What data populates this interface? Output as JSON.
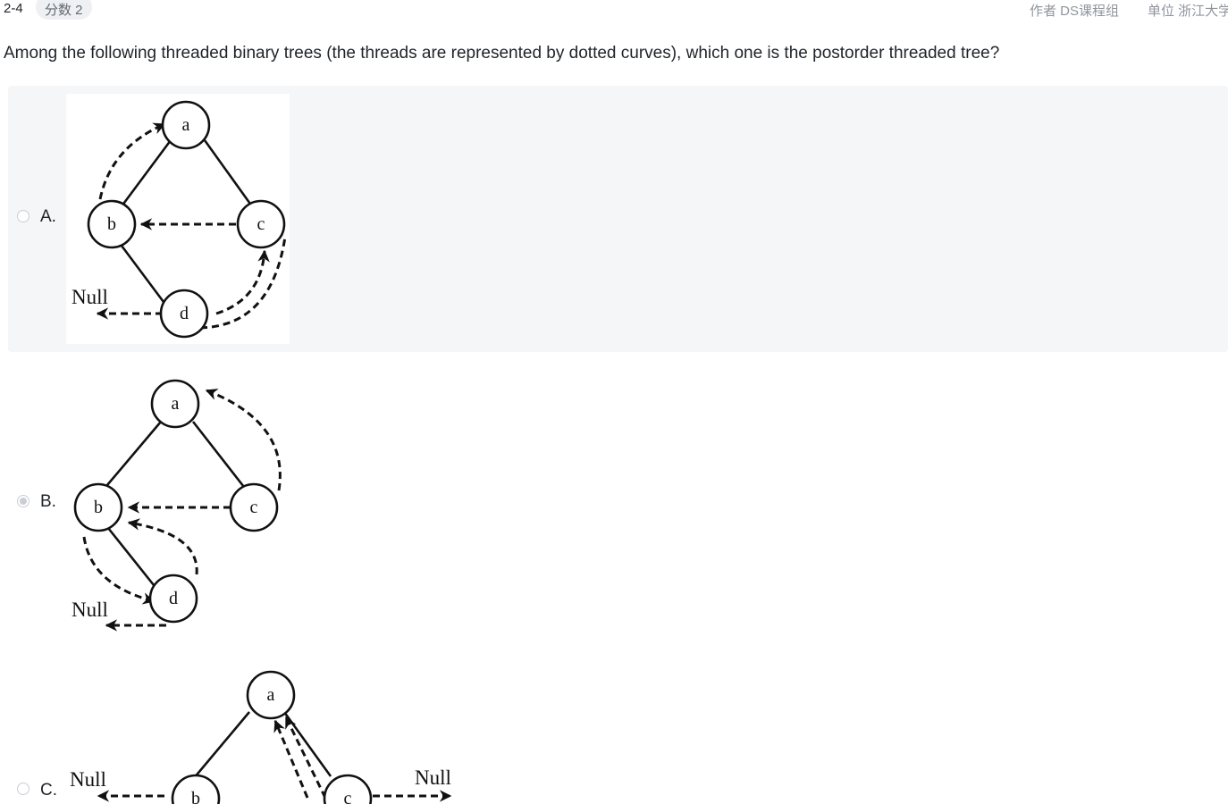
{
  "header": {
    "question_number": "2-4",
    "score": "分数 2",
    "author": "作者 DS课程组",
    "unit": "单位 浙江大学"
  },
  "question": {
    "text": "Among the following threaded binary trees (the threads are represented by dotted curves), which one is the postorder threaded tree?"
  },
  "options": [
    {
      "label": "A.",
      "selected": false,
      "highlighted": true,
      "nodes": {
        "a": "a",
        "b": "b",
        "c": "c",
        "d": "d"
      },
      "null_labels": [
        "Null"
      ]
    },
    {
      "label": "B.",
      "selected": true,
      "highlighted": false,
      "nodes": {
        "a": "a",
        "b": "b",
        "c": "c",
        "d": "d"
      },
      "null_labels": [
        "Null"
      ]
    },
    {
      "label": "C.",
      "selected": false,
      "highlighted": false,
      "nodes": {
        "a": "a",
        "b": "b",
        "c": "c"
      },
      "null_labels": [
        "Null",
        "Null"
      ]
    }
  ]
}
